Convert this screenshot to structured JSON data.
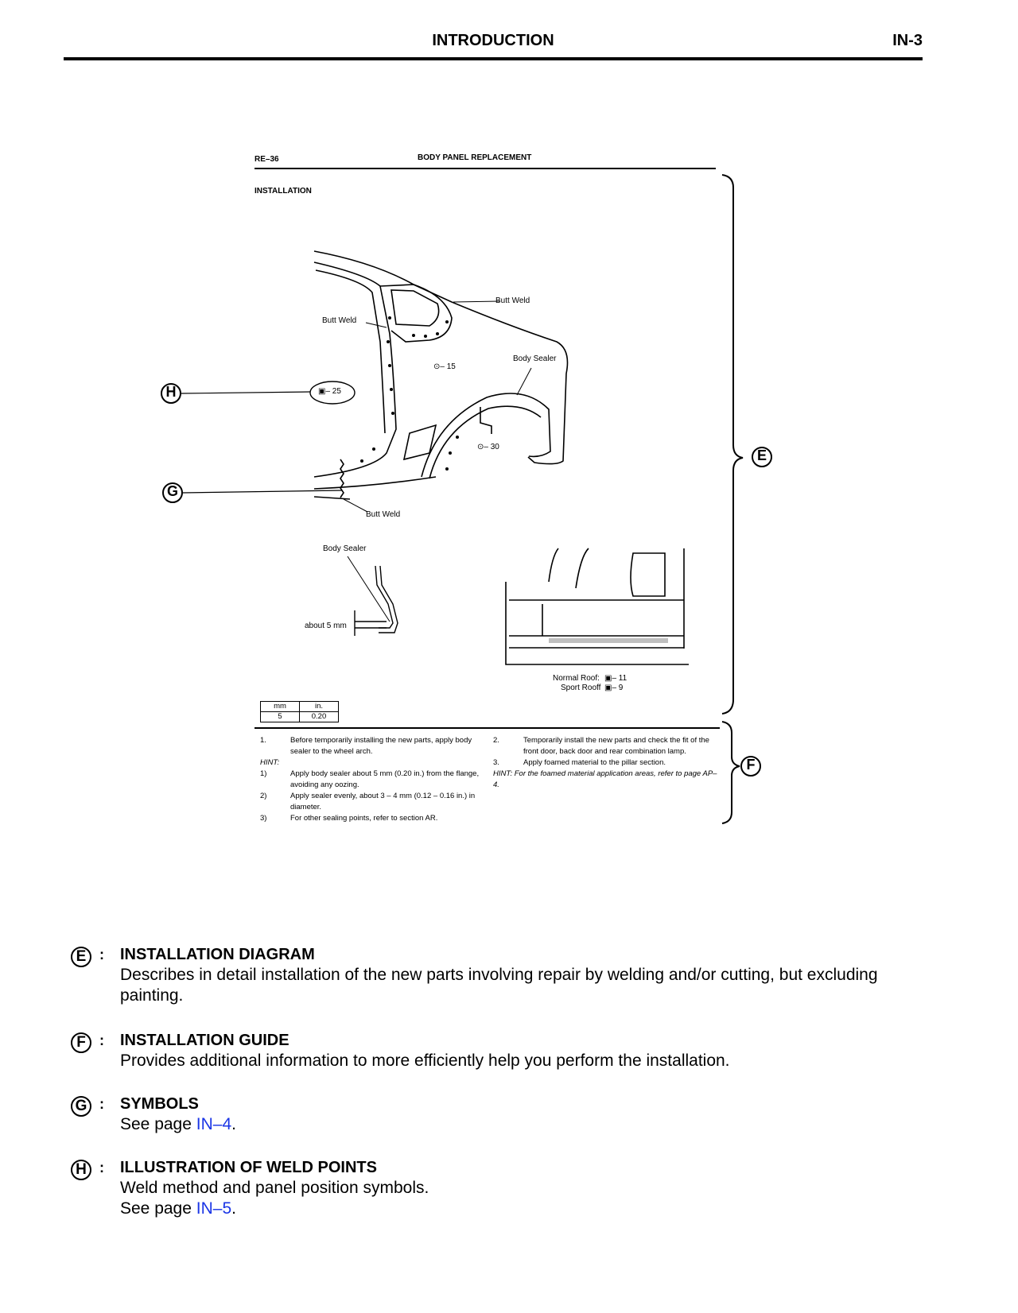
{
  "header": {
    "title": "INTRODUCTION",
    "page": "IN-3"
  },
  "manual": {
    "section_code": "RE–36",
    "section_title": "BODY PANEL REPLACEMENT",
    "subheading": "INSTALLATION",
    "callouts": {
      "butt_weld_top_right": "Butt Weld",
      "butt_weld_left": "Butt Weld",
      "body_sealer_arch": "Body Sealer",
      "butt_weld_bottom": "Butt Weld",
      "body_sealer_detail": "Body Sealer",
      "about_5mm": "about 5 mm",
      "normal_roof": "Normal Roof:",
      "sport_roof": "Sport Rooff",
      "weld_15": "– 15",
      "weld_25": "– 25",
      "weld_30": "– 30",
      "weld_11": "– 11",
      "weld_9": "– 9"
    },
    "unit_table": {
      "headers": [
        "mm",
        "in."
      ],
      "values": [
        "5",
        "0.20"
      ]
    },
    "guide_left": [
      {
        "num": "1.",
        "text": "Before temporarily installing the new parts, apply body sealer to the wheel arch."
      },
      {
        "num": "HINT:",
        "text": ""
      },
      {
        "num": "1)",
        "text": "Apply body sealer about 5 mm (0.20 in.) from the flange, avoiding any oozing."
      },
      {
        "num": "2)",
        "text": "Apply sealer evenly, about 3 – 4 mm (0.12 – 0.16 in.) in diameter."
      },
      {
        "num": "3)",
        "text": "For other sealing points, refer to section AR."
      }
    ],
    "guide_right": [
      {
        "num": "2.",
        "text": "Temporarily install the new parts and check the fit of the front door, back door and rear combination lamp."
      },
      {
        "num": "3.",
        "text": "Apply foamed material to the pillar section."
      },
      {
        "num": "",
        "text": "HINT: For the foamed material application areas, refer to page AP–4."
      }
    ]
  },
  "markers": {
    "E": "E",
    "F": "F",
    "G": "G",
    "H": "H"
  },
  "legend": [
    {
      "badge": "E",
      "heading": "INSTALLATION DIAGRAM",
      "lines": [
        "Describes in detail installation of the new parts involving repair by welding and/or cutting, but excluding painting."
      ]
    },
    {
      "badge": "F",
      "heading": "INSTALLATION GUIDE",
      "lines": [
        "Provides additional information to more efficiently help you perform the installation."
      ]
    },
    {
      "badge": "G",
      "heading": "SYMBOLS",
      "lines": [
        "See page "
      ],
      "link": "IN–4"
    },
    {
      "badge": "H",
      "heading": "ILLUSTRATION OF WELD POINTS",
      "lines": [
        "Weld method and panel position symbols.",
        "See page "
      ],
      "link": "IN–5"
    }
  ]
}
